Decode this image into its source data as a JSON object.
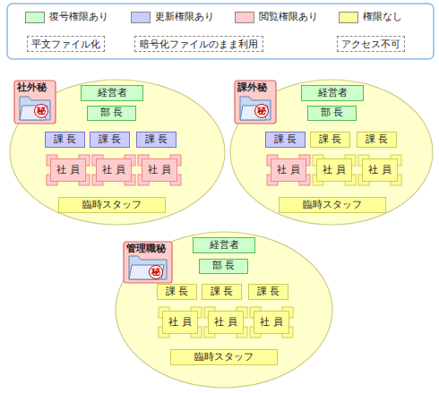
{
  "diagram": {
    "nodes": [
      {
        "text": [
          "社外秘"
        ]
      },
      {
        "text": [
          "経営者"
        ],
        "in": 0
      },
      {
        "text": [
          "部 長"
        ],
        "in": 0
      },
      {
        "text": [
          "課 長"
        ],
        "in": 0
      },
      {
        "text": [
          "課 長"
        ],
        "in": 0
      },
      {
        "text": [
          "課 長"
        ],
        "in": 0
      },
      {
        "text": [
          "社 員"
        ],
        "in": 0
      },
      {
        "text": [
          "社 員"
        ],
        "in": 0
      },
      {
        "text": [
          "社 員"
        ],
        "in": 0
      },
      {
        "text": [
          "臨時スタッフ"
        ],
        "in": 0
      },
      {
        "text": [
          "課外秘"
        ]
      },
      {
        "text": [
          "経営者"
        ],
        "in": 10
      },
      {
        "text": [
          "部 長"
        ],
        "in": 10
      },
      {
        "text": [
          "課 長"
        ],
        "in": 10
      },
      {
        "text": [
          "課 長"
        ],
        "in": 10
      },
      {
        "text": [
          "課 長"
        ],
        "in": 10
      },
      {
        "text": [
          "社 員"
        ],
        "in": 10
      },
      {
        "text": [
          "社 員"
        ],
        "in": 10
      },
      {
        "text": [
          "社 員"
        ],
        "in": 10
      },
      {
        "text": [
          "臨時スタッフ"
        ],
        "in": 10
      },
      {
        "text": [
          "管理職秘"
        ]
      },
      {
        "text": [
          "経営者"
        ],
        "in": 20
      },
      {
        "text": [
          "部 長"
        ],
        "in": 20
      },
      {
        "text": [
          "課 長"
        ],
        "in": 20
      },
      {
        "text": [
          "課 長"
        ],
        "in": 20
      },
      {
        "text": [
          "課 長"
        ],
        "in": 20
      },
      {
        "text": [
          "社 員"
        ],
        "in": 20
      },
      {
        "text": [
          "社 員"
        ],
        "in": 20
      },
      {
        "text": [
          "社 員"
        ],
        "in": 20
      },
      {
        "text": [
          "臨時スタッフ"
        ],
        "in": 20
      }
    ],
    "labels": [
      "平文ファイル化",
      "暗号化ファイルのまま利用",
      "アクセス不可",
      "秘",
      "秘",
      "秘"
    ],
    "legend": [
      {
        "text": "復号権限あり",
        "color": "#ccffcc"
      },
      {
        "text": "更新権限あり",
        "color": "#ccccff"
      },
      {
        "text": "閲覧権限あり",
        "color": "#ffcccc"
      },
      {
        "text": "権限なし",
        "color": "#ffff99"
      }
    ]
  }
}
